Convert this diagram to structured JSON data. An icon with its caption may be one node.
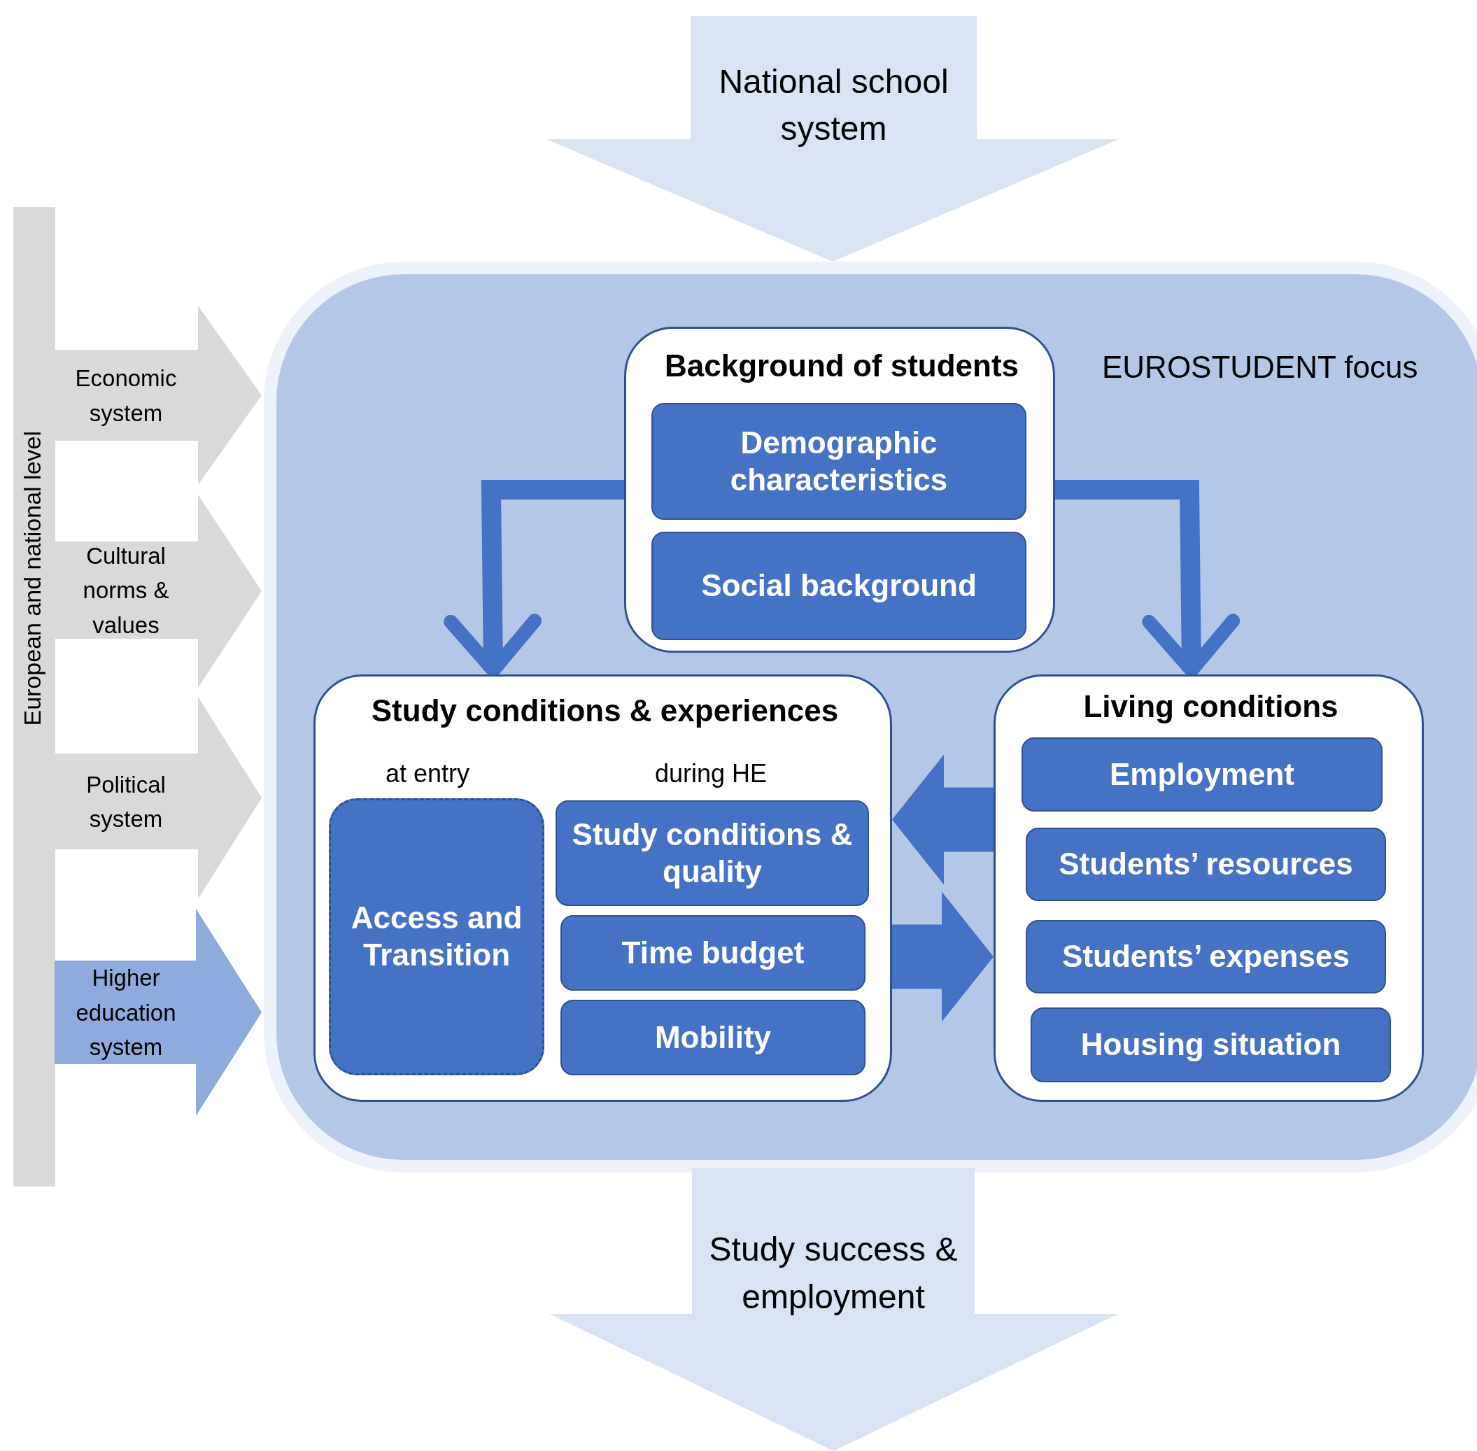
{
  "diagram": {
    "nodes": [
      {
        "text": [
          "European and national level"
        ]
      },
      {
        "text": [
          "Economic system"
        ]
      },
      {
        "text": [
          "Cultural norms & values"
        ]
      },
      {
        "text": [
          "Political system"
        ]
      },
      {
        "text": [
          "Higher education system"
        ]
      },
      {
        "text": [
          "National school system"
        ]
      },
      {
        "text": [
          "EUROSTUDENT focus"
        ]
      },
      {
        "text": [
          "Background of students"
        ],
        "in": 6
      },
      {
        "text": [
          "Demographic characteristics"
        ],
        "in": 7
      },
      {
        "text": [
          "Social background"
        ],
        "in": 7
      },
      {
        "text": [
          "Study conditions & experiences",
          "at entry",
          "during HE"
        ],
        "in": 6
      },
      {
        "text": [
          "Access and Transition"
        ],
        "in": 10
      },
      {
        "text": [
          "Study conditions & quality"
        ],
        "in": 10
      },
      {
        "text": [
          "Time budget"
        ],
        "in": 10
      },
      {
        "text": [
          "Mobility"
        ],
        "in": 10
      },
      {
        "text": [
          "Living conditions"
        ],
        "in": 6
      },
      {
        "text": [
          "Employment"
        ],
        "in": 15
      },
      {
        "text": [
          "Students’ resources"
        ],
        "in": 15
      },
      {
        "text": [
          "Students’ expenses"
        ],
        "in": 15
      },
      {
        "text": [
          "Housing situation"
        ],
        "in": 15
      },
      {
        "text": [
          "Study success & employment"
        ]
      }
    ],
    "edges": [
      {
        "from": 7,
        "to": 10,
        "arrow": "to"
      },
      {
        "from": 7,
        "to": 15,
        "arrow": "to"
      },
      {
        "from": 15,
        "to": 10,
        "arrow": "to",
        "style": "thick"
      },
      {
        "from": 10,
        "to": 15,
        "arrow": "to",
        "style": "thick"
      }
    ]
  }
}
